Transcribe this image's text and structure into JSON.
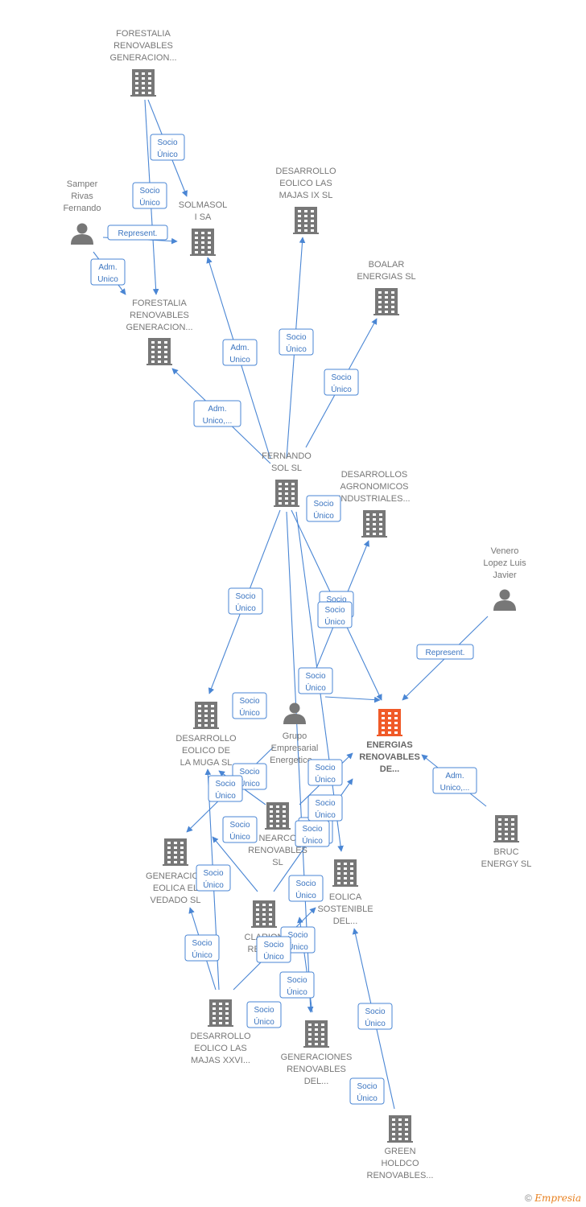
{
  "colors": {
    "edge": "#4a86d4",
    "node": "#777777",
    "highlight": "#f05a28"
  },
  "nodes": [
    {
      "id": "forestalia1",
      "type": "company",
      "lines": [
        "FORESTALIA",
        "RENOVABLES",
        "GENERACION..."
      ]
    },
    {
      "id": "samper",
      "type": "person",
      "lines": [
        "Samper",
        "Rivas",
        "Fernando"
      ]
    },
    {
      "id": "solmasol",
      "type": "company",
      "lines": [
        "SOLMASOL",
        "I SA"
      ]
    },
    {
      "id": "desarrollo9",
      "type": "company",
      "lines": [
        "DESARROLLO",
        "EOLICO LAS",
        "MAJAS IX  SL"
      ]
    },
    {
      "id": "boalar",
      "type": "company",
      "lines": [
        "BOALAR",
        "ENERGIAS  SL"
      ]
    },
    {
      "id": "forestalia2",
      "type": "company",
      "lines": [
        "FORESTALIA",
        "RENOVABLES",
        "GENERACION..."
      ]
    },
    {
      "id": "fernando",
      "type": "company",
      "lines": [
        "FERNANDO",
        "SOL SL"
      ]
    },
    {
      "id": "desagro",
      "type": "company",
      "lines": [
        "DESARROLLOS",
        "AGRONOMICOS",
        "INDUSTRIALES..."
      ]
    },
    {
      "id": "venero",
      "type": "person",
      "lines": [
        "Venero",
        "Lopez Luis",
        "Javier"
      ]
    },
    {
      "id": "energias",
      "type": "main",
      "lines": [
        "ENERGIAS",
        "RENOVABLES",
        "DE..."
      ]
    },
    {
      "id": "muga",
      "type": "company",
      "lines": [
        "DESARROLLO",
        "EOLICO DE",
        "LA MUGA SL"
      ]
    },
    {
      "id": "grupo",
      "type": "person",
      "lines": [
        "Grupo",
        "Empresarial",
        "Energetico..."
      ]
    },
    {
      "id": "bruc",
      "type": "company",
      "lines": [
        "BRUC",
        "ENERGY  SL"
      ]
    },
    {
      "id": "nearco",
      "type": "company",
      "lines": [
        "NEARCO",
        "RENOVABLES",
        "SL"
      ]
    },
    {
      "id": "generacion",
      "type": "company",
      "lines": [
        "GENERACION",
        "EOLICA EL",
        "VEDADO SL"
      ]
    },
    {
      "id": "eolica",
      "type": "company",
      "lines": [
        "EOLICA",
        "SOSTENIBLE",
        "DEL..."
      ]
    },
    {
      "id": "clarion",
      "type": "company",
      "lines": [
        "CLARION",
        "RENO..."
      ]
    },
    {
      "id": "desarrollo26",
      "type": "company",
      "lines": [
        "DESARROLLO",
        "EOLICO LAS",
        "MAJAS XXVI..."
      ]
    },
    {
      "id": "generaciones",
      "type": "company",
      "lines": [
        "GENERACIONES",
        "RENOVABLES",
        "DEL..."
      ]
    },
    {
      "id": "green",
      "type": "company",
      "lines": [
        "GREEN",
        "HOLDCO",
        "RENOVABLES..."
      ]
    }
  ],
  "edges": [
    {
      "from": "forestalia1",
      "to": "solmasol",
      "label": [
        "Socio",
        "Único"
      ]
    },
    {
      "from": "forestalia1",
      "to": "forestalia2",
      "label": [
        "Socio",
        "Único"
      ]
    },
    {
      "from": "samper",
      "to": "solmasol",
      "label": [
        "Represent."
      ]
    },
    {
      "from": "samper",
      "to": "forestalia2",
      "label": [
        "Adm.",
        "Unico"
      ]
    },
    {
      "from": "fernando",
      "to": "solmasol",
      "label": [
        "Adm.",
        "Unico"
      ]
    },
    {
      "from": "fernando",
      "to": "desarrollo9",
      "label": [
        "Socio",
        "Único"
      ]
    },
    {
      "from": "fernando",
      "to": "boalar",
      "label": [
        "Socio",
        "Único"
      ]
    },
    {
      "from": "fernando",
      "to": "forestalia2",
      "label": [
        "Adm.",
        "Unico,..."
      ]
    },
    {
      "from": "fernando",
      "to": "muga",
      "label": [
        "Socio",
        "Único"
      ]
    },
    {
      "from": "fernando",
      "to": "energias",
      "label": [
        "Socio",
        "Único"
      ]
    },
    {
      "from": "fernando",
      "to": "eolica",
      "label": [
        "Socio",
        "Único"
      ]
    },
    {
      "from": "fernando",
      "to": "generaciones",
      "label": [
        "Socio",
        "Único"
      ]
    },
    {
      "from": "grupo",
      "to": "desagro",
      "label": [
        "Socio",
        "Único"
      ]
    },
    {
      "from": "grupo",
      "to": "generacion",
      "label": [
        "Socio",
        "Único"
      ]
    },
    {
      "from": "grupo",
      "to": "energias",
      "label": [
        "Socio",
        "Único"
      ]
    },
    {
      "from": "venero",
      "to": "energias",
      "label": [
        "Represent."
      ]
    },
    {
      "from": "bruc",
      "to": "energias",
      "label": [
        "Adm.",
        "Unico,..."
      ]
    },
    {
      "from": "nearco",
      "to": "energias",
      "label": [
        "Socio",
        "Único"
      ]
    },
    {
      "from": "nearco",
      "to": "muga",
      "label": [
        "Socio",
        "Único"
      ]
    },
    {
      "from": "clarion",
      "to": "muga",
      "label": [
        "Socio",
        "Único"
      ]
    },
    {
      "from": "clarion",
      "to": "eolica",
      "label": [
        "Socio",
        "Único"
      ]
    },
    {
      "from": "desarrollo26",
      "to": "generacion",
      "label": [
        "Socio",
        "Único"
      ]
    },
    {
      "from": "desarrollo26",
      "to": "muga",
      "label": [
        "Socio",
        "Único"
      ]
    },
    {
      "from": "desarrollo26",
      "to": "eolica",
      "label": [
        "Socio",
        "Único"
      ]
    },
    {
      "from": "green",
      "to": "eolica",
      "label": [
        "Socio",
        "Único"
      ]
    },
    {
      "from": "green",
      "to": "generaciones",
      "label": [
        "Socio",
        "Único"
      ]
    }
  ],
  "footer": {
    "copyright": "©",
    "brand": "Empresia"
  }
}
